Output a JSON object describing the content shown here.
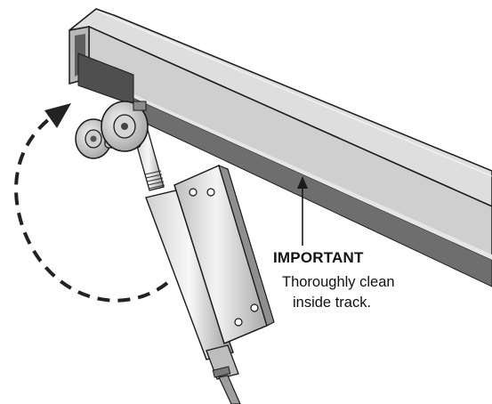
{
  "callout": {
    "heading": "IMPORTANT",
    "line1": "Thoroughly clean",
    "line2": "inside track."
  },
  "colors": {
    "track_light": "#d2d2d2",
    "track_mid": "#a9a9a9",
    "track_dark": "#5a5a5a",
    "outline": "#1a1a1a",
    "arrow": "#222222"
  }
}
